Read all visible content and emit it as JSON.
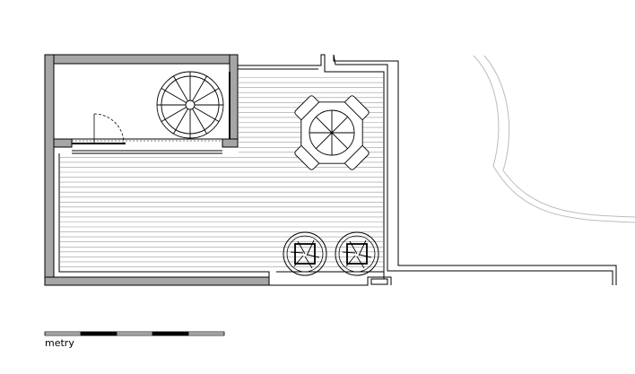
{
  "scale_bar": {
    "label": "metry",
    "segments": 5
  },
  "decking": {
    "plank_count": 40
  },
  "colors": {
    "wall_fill": "#a6a6a6",
    "line": "#000000",
    "curve": "#bcbcbc",
    "background": "#ffffff"
  },
  "furniture": {
    "round_table_seats": 4,
    "planters": 2
  },
  "spiral_stair": {
    "tread_count": 12
  }
}
